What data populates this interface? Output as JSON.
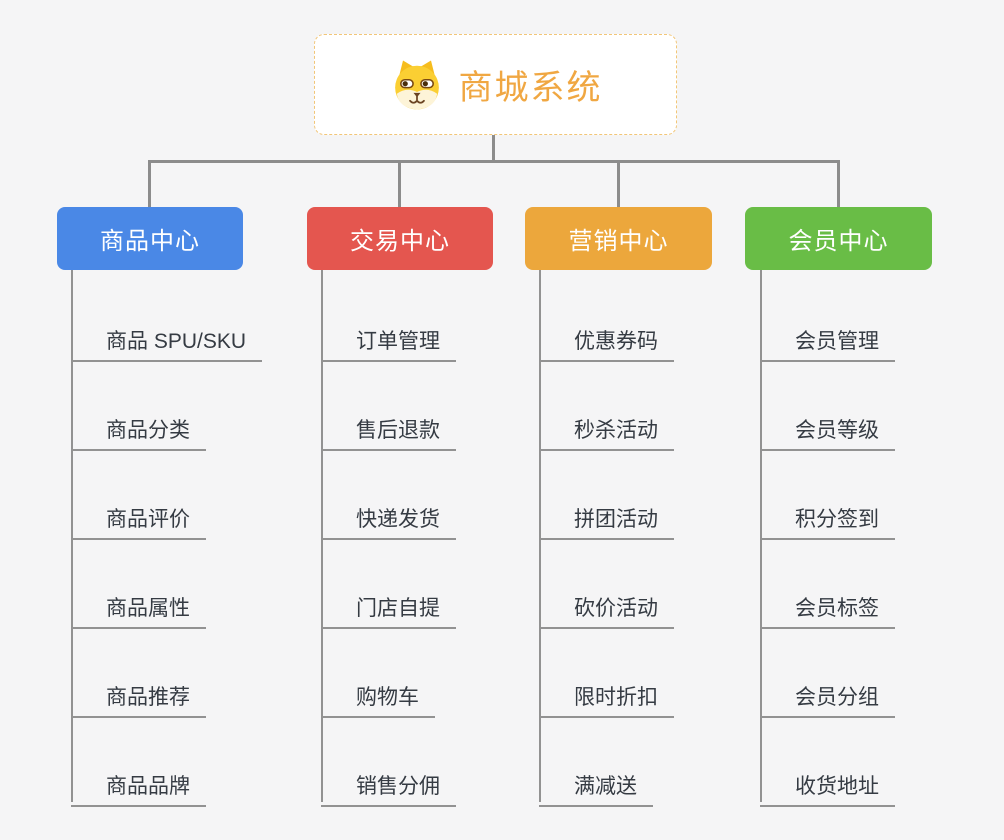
{
  "root": {
    "label": "商城系统",
    "icon": "dog-icon",
    "text_color": "#f0a742",
    "border_color": "#f2c678"
  },
  "colors": {
    "background": "#f5f5f6",
    "connector": "#8c8c8c",
    "leaf_text": "#353b43"
  },
  "branches": [
    {
      "label": "商品中心",
      "color": "#4a88e6",
      "children": [
        "商品 SPU/SKU",
        "商品分类",
        "商品评价",
        "商品属性",
        "商品推荐",
        "商品品牌"
      ]
    },
    {
      "label": "交易中心",
      "color": "#e4564f",
      "children": [
        "订单管理",
        "售后退款",
        "快递发货",
        "门店自提",
        "购物车",
        "销售分佣"
      ]
    },
    {
      "label": "营销中心",
      "color": "#eca73c",
      "children": [
        "优惠券码",
        "秒杀活动",
        "拼团活动",
        "砍价活动",
        "限时折扣",
        "满减送"
      ]
    },
    {
      "label": "会员中心",
      "color": "#69bd46",
      "children": [
        "会员管理",
        "会员等级",
        "积分签到",
        "会员标签",
        "会员分组",
        "收货地址"
      ]
    }
  ]
}
